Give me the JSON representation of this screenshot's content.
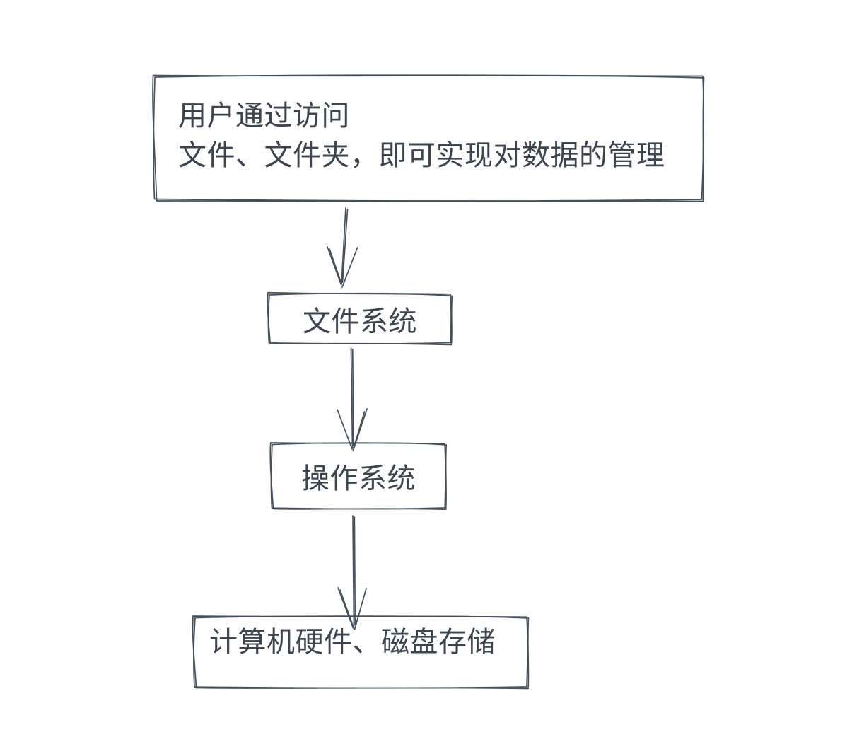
{
  "diagram": {
    "type": "flowchart",
    "style": "hand-drawn",
    "direction": "top-down",
    "colors": {
      "background": "#ffffff",
      "stroke": "#454e59",
      "text": "#3e444e"
    },
    "nodes": [
      {
        "id": "user-access",
        "lines": [
          "用户通过访问",
          "文件、文件夹，即可实现对数据的管理"
        ]
      },
      {
        "id": "file-system",
        "label": "文件系统"
      },
      {
        "id": "operating-system",
        "label": "操作系统"
      },
      {
        "id": "hardware-storage",
        "label": "计算机硬件、磁盘存储"
      }
    ],
    "edges": [
      {
        "from": "user-access",
        "to": "file-system",
        "type": "arrow-down"
      },
      {
        "from": "file-system",
        "to": "operating-system",
        "type": "arrow-down"
      },
      {
        "from": "operating-system",
        "to": "hardware-storage",
        "type": "arrow-down"
      }
    ]
  }
}
